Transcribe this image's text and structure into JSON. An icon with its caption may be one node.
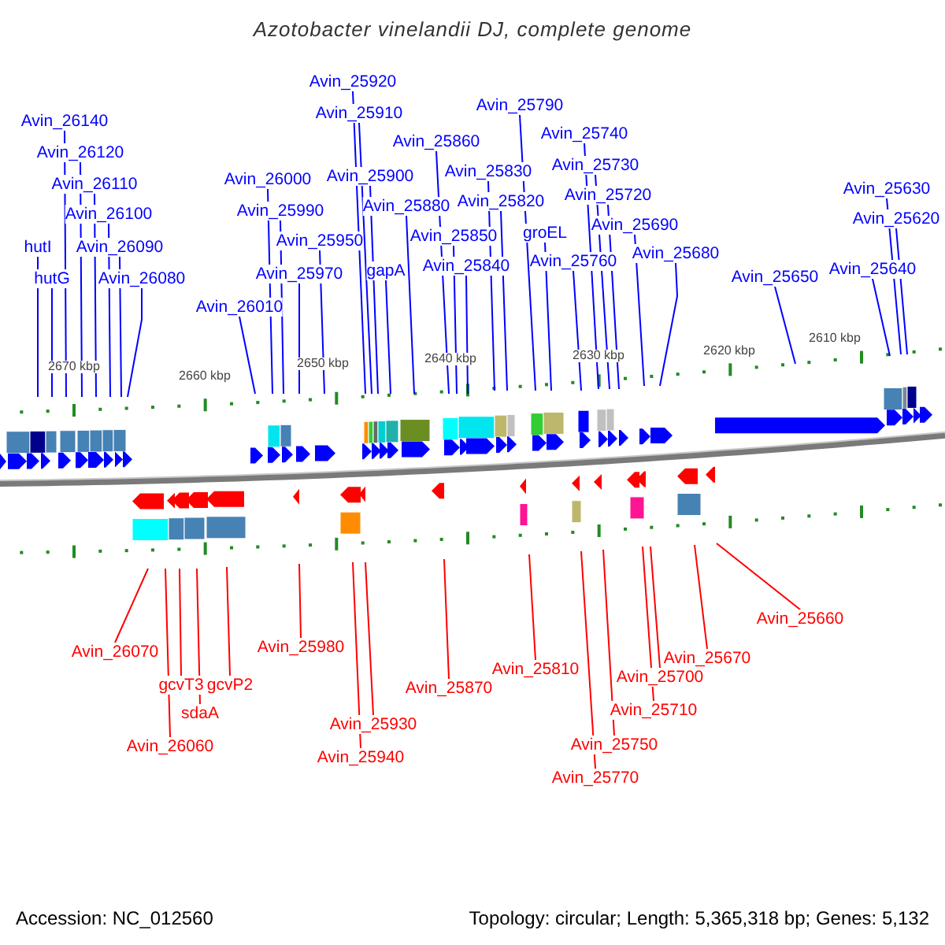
{
  "diagram": {
    "title": "Azotobacter vinelandii DJ, complete genome",
    "nodes": [
      {
        "text": [
          "Avin_26140"
        ]
      },
      {
        "text": [
          "Avin_26120"
        ]
      },
      {
        "text": [
          "Avin_26110"
        ]
      },
      {
        "text": [
          "Avin_26100"
        ]
      },
      {
        "text": [
          "hutI"
        ]
      },
      {
        "text": [
          "hutG"
        ]
      },
      {
        "text": [
          "Avin_26090"
        ]
      },
      {
        "text": [
          "Avin_26080"
        ]
      },
      {
        "text": [
          "Avin_26010"
        ]
      },
      {
        "text": [
          "Avin_26000"
        ]
      },
      {
        "text": [
          "Avin_25990"
        ]
      },
      {
        "text": [
          "Avin_25970"
        ]
      },
      {
        "text": [
          "Avin_25950"
        ]
      },
      {
        "text": [
          "Avin_25920"
        ]
      },
      {
        "text": [
          "Avin_25910"
        ]
      },
      {
        "text": [
          "Avin_25900"
        ]
      },
      {
        "text": [
          "gapA"
        ]
      },
      {
        "text": [
          "Avin_25880"
        ]
      },
      {
        "text": [
          "Avin_25860"
        ]
      },
      {
        "text": [
          "Avin_25850"
        ]
      },
      {
        "text": [
          "Avin_25840"
        ]
      },
      {
        "text": [
          "Avin_25830"
        ]
      },
      {
        "text": [
          "Avin_25820"
        ]
      },
      {
        "text": [
          "Avin_25790"
        ]
      },
      {
        "text": [
          "groEL"
        ]
      },
      {
        "text": [
          "Avin_25760"
        ]
      },
      {
        "text": [
          "Avin_25740"
        ]
      },
      {
        "text": [
          "Avin_25730"
        ]
      },
      {
        "text": [
          "Avin_25720"
        ]
      },
      {
        "text": [
          "Avin_25690"
        ]
      },
      {
        "text": [
          "Avin_25680"
        ]
      },
      {
        "text": [
          "Avin_25650"
        ]
      },
      {
        "text": [
          "Avin_25640"
        ]
      },
      {
        "text": [
          "Avin_25630"
        ]
      },
      {
        "text": [
          "Avin_25620"
        ]
      },
      {
        "text": [
          "Avin_26070"
        ]
      },
      {
        "text": [
          "Avin_26060"
        ]
      },
      {
        "text": [
          "gcvT3"
        ]
      },
      {
        "text": [
          "sdaA"
        ]
      },
      {
        "text": [
          "gcvP2"
        ]
      },
      {
        "text": [
          "Avin_25980"
        ]
      },
      {
        "text": [
          "Avin_25930"
        ]
      },
      {
        "text": [
          "Avin_25940"
        ]
      },
      {
        "text": [
          "Avin_25870"
        ]
      },
      {
        "text": [
          "Avin_25810"
        ]
      },
      {
        "text": [
          "Avin_25770"
        ]
      },
      {
        "text": [
          "Avin_25750"
        ]
      },
      {
        "text": [
          "Avin_25710"
        ]
      },
      {
        "text": [
          "Avin_25700"
        ]
      },
      {
        "text": [
          "Avin_25670"
        ]
      },
      {
        "text": [
          "Avin_25660"
        ]
      }
    ],
    "edges": [
      {
        "from": 0,
        "to": null,
        "arrow": "none"
      },
      {
        "from": 1,
        "to": null,
        "arrow": "none"
      },
      {
        "from": 2,
        "to": null,
        "arrow": "none"
      },
      {
        "from": 3,
        "to": null,
        "arrow": "none"
      },
      {
        "from": 4,
        "to": null,
        "arrow": "none"
      },
      {
        "from": 5,
        "to": null,
        "arrow": "none"
      },
      {
        "from": 6,
        "to": null,
        "arrow": "none"
      },
      {
        "from": 7,
        "to": null,
        "arrow": "none"
      },
      {
        "from": 8,
        "to": null,
        "arrow": "none"
      },
      {
        "from": 9,
        "to": null,
        "arrow": "none"
      },
      {
        "from": 10,
        "to": null,
        "arrow": "none"
      },
      {
        "from": 11,
        "to": null,
        "arrow": "none"
      },
      {
        "from": 12,
        "to": null,
        "arrow": "none"
      },
      {
        "from": 13,
        "to": null,
        "arrow": "none"
      },
      {
        "from": 14,
        "to": null,
        "arrow": "none"
      },
      {
        "from": 15,
        "to": null,
        "arrow": "none"
      },
      {
        "from": 16,
        "to": null,
        "arrow": "none"
      },
      {
        "from": 17,
        "to": null,
        "arrow": "none"
      },
      {
        "from": 18,
        "to": null,
        "arrow": "none"
      },
      {
        "from": 19,
        "to": null,
        "arrow": "none"
      },
      {
        "from": 20,
        "to": null,
        "arrow": "none"
      },
      {
        "from": 21,
        "to": null,
        "arrow": "none"
      },
      {
        "from": 22,
        "to": null,
        "arrow": "none"
      },
      {
        "from": 23,
        "to": null,
        "arrow": "none"
      },
      {
        "from": 24,
        "to": null,
        "arrow": "none"
      },
      {
        "from": 25,
        "to": null,
        "arrow": "none"
      },
      {
        "from": 26,
        "to": null,
        "arrow": "none"
      },
      {
        "from": 27,
        "to": null,
        "arrow": "none"
      },
      {
        "from": 28,
        "to": null,
        "arrow": "none"
      },
      {
        "from": 29,
        "to": null,
        "arrow": "none"
      },
      {
        "from": 30,
        "to": null,
        "arrow": "none"
      },
      {
        "from": 31,
        "to": null,
        "arrow": "none"
      },
      {
        "from": 32,
        "to": null,
        "arrow": "none"
      },
      {
        "from": 33,
        "to": null,
        "arrow": "none"
      },
      {
        "from": 34,
        "to": null,
        "arrow": "none"
      },
      {
        "from": 35,
        "to": null,
        "arrow": "none",
        "color": "#ff0000"
      },
      {
        "from": 36,
        "to": null,
        "arrow": "none",
        "color": "#ff0000"
      },
      {
        "from": 37,
        "to": null,
        "arrow": "none",
        "color": "#ff0000"
      },
      {
        "from": 38,
        "to": null,
        "arrow": "none",
        "color": "#ff0000"
      },
      {
        "from": 39,
        "to": null,
        "arrow": "none",
        "color": "#ff0000"
      },
      {
        "from": 40,
        "to": null,
        "arrow": "none",
        "color": "#ff0000"
      },
      {
        "from": 41,
        "to": null,
        "arrow": "none",
        "color": "#ff0000"
      },
      {
        "from": 42,
        "to": null,
        "arrow": "none",
        "color": "#ff0000"
      },
      {
        "from": 43,
        "to": null,
        "arrow": "none",
        "color": "#ff0000"
      },
      {
        "from": 44,
        "to": null,
        "arrow": "none",
        "color": "#ff0000"
      },
      {
        "from": 45,
        "to": null,
        "arrow": "none",
        "color": "#ff0000"
      },
      {
        "from": 46,
        "to": null,
        "arrow": "none",
        "color": "#ff0000"
      },
      {
        "from": 47,
        "to": null,
        "arrow": "none",
        "color": "#ff0000"
      },
      {
        "from": 48,
        "to": null,
        "arrow": "none",
        "color": "#ff0000"
      },
      {
        "from": 49,
        "to": null,
        "arrow": "none",
        "color": "#ff0000"
      },
      {
        "from": 50,
        "to": null,
        "arrow": "none",
        "color": "#ff0000"
      }
    ],
    "labels": [
      "2670 kbp",
      "2660 kbp",
      "2650 kbp",
      "2640 kbp",
      "2630 kbp",
      "2620 kbp",
      "2610 kbp",
      "Accession: NC_012560",
      "Topology: circular; Length: 5,365,318 bp; Genes: 5,132"
    ]
  }
}
